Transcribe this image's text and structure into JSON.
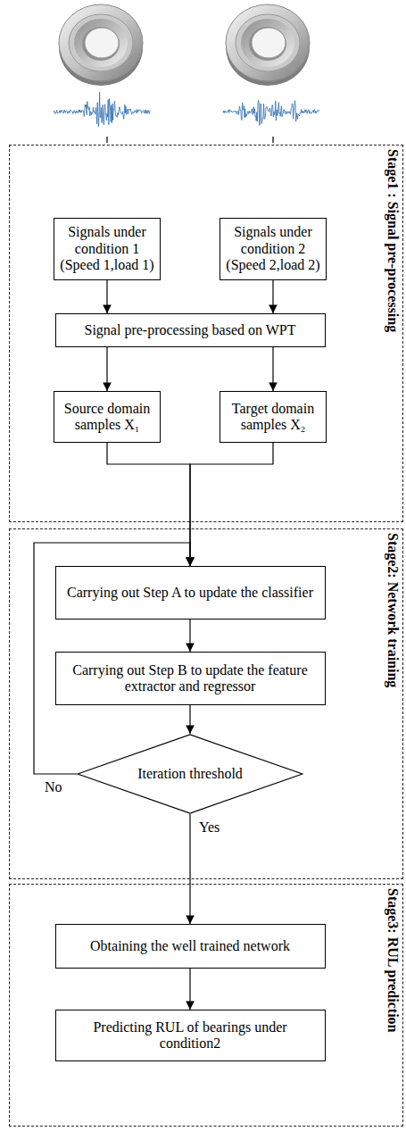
{
  "diagram": {
    "nodes": [
      {
        "text": [
          "Stage1 : Signal pre-processing"
        ]
      },
      {
        "text": [
          "Signals under condition 1 (Speed 1,load 1)"
        ],
        "in": 0
      },
      {
        "text": [
          "Signals under condition 2 (Speed 2,load 2)"
        ],
        "in": 0
      },
      {
        "text": [
          "Signal pre-processing based on WPT"
        ],
        "in": 0
      },
      {
        "text": [
          "Source domain samples X₁"
        ],
        "in": 0
      },
      {
        "text": [
          "Target domain samples X₂"
        ],
        "in": 0
      },
      {
        "text": [
          "Stage2: Network training"
        ]
      },
      {
        "text": [
          "Carrying out Step A to update the classifier"
        ],
        "in": 6
      },
      {
        "text": [
          "Carrying out Step B to update the feature extractor and regressor"
        ],
        "in": 6
      },
      {
        "text": [
          "Iteration threshold"
        ],
        "in": 6
      },
      {
        "text": [
          "Stage3: RUL prediction"
        ]
      },
      {
        "text": [
          "Obtaining the well trained network"
        ],
        "in": 10
      },
      {
        "text": [
          "Predicting RUL of bearings under condition2"
        ],
        "in": 10
      }
    ],
    "edges": [
      {
        "from": 1,
        "to": 3,
        "arrow": "to"
      },
      {
        "from": 2,
        "to": 3,
        "arrow": "to"
      },
      {
        "from": 3,
        "to": 4,
        "arrow": "to"
      },
      {
        "from": 3,
        "to": 5,
        "arrow": "to"
      },
      {
        "from": 4,
        "to": 7,
        "arrow": "to"
      },
      {
        "from": 5,
        "to": 7,
        "arrow": "to"
      },
      {
        "from": 7,
        "to": 8,
        "arrow": "to"
      },
      {
        "from": 8,
        "to": 9,
        "arrow": "to"
      },
      {
        "from": 9,
        "to": 7,
        "label": "No",
        "arrow": "to"
      },
      {
        "from": 9,
        "to": 11,
        "label": "Yes",
        "arrow": "to"
      },
      {
        "from": 11,
        "to": 12,
        "arrow": "to"
      }
    ]
  }
}
